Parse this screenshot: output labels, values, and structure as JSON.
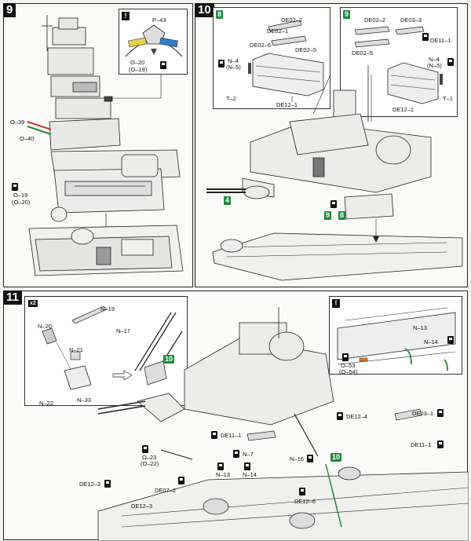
{
  "steps": {
    "s9": "9",
    "s10": "10",
    "s11": "11"
  },
  "step9": {
    "callout_top": "P–43",
    "o20": "O–20",
    "o19p": "(O–19)",
    "o39": "O–39",
    "o40": "O–40",
    "o19": "O–19",
    "o20p": "(O–20)"
  },
  "step10": {
    "left_box_tag": "8",
    "left_box": {
      "de02_1": "DE02–1",
      "de02_2": "DE02–2",
      "de02_6": "DE02–6",
      "de02_5": "DE02–5",
      "n4": "N–4",
      "n5": "(N–5)",
      "t2": "T–2",
      "de12_1": "DE12–1"
    },
    "right_box_tag": "9",
    "right_box": {
      "de02_2": "DE02–2",
      "de03_3": "DE03–3",
      "de11_1": "DE11–1",
      "de02_5": "DE02–5",
      "n4": "N–4",
      "n5": "(N–5)",
      "de12_1": "DE12–1",
      "t1": "T–1"
    },
    "tag4": "4",
    "tag9": "9",
    "tag8": "8"
  },
  "step11": {
    "x2": "x2",
    "inset": {
      "n19": "N–19",
      "n20": "N–20",
      "n17": "N–17",
      "n21": "N–21",
      "n22": "N–22",
      "n33": "N–33",
      "tag10": "10"
    },
    "detail": {
      "n13": "N–13",
      "n14": "N–14",
      "o53": "O–53",
      "o54": "(O–54)"
    },
    "labels": {
      "de12_4": "DE12–4",
      "de03_1": "DE03–1",
      "de11_1a": "DE11–1",
      "de11_1b": "DE11–1",
      "o23": "O–23",
      "o22": "(O–22)",
      "n7": "N–7",
      "n16": "N–16",
      "n13": "N–13",
      "n14": "N–14",
      "tag10": "10",
      "de12_3a": "DE12–3",
      "de07_2": "DE07–2",
      "de12_3b": "DE12–3",
      "de12_6": "DE12–6"
    }
  },
  "colors": {
    "green": "#1f8a3a",
    "yellow": "#e6d24a",
    "blue": "#2d7fd0",
    "orange": "#e07a2a",
    "red": "#c0392b"
  }
}
